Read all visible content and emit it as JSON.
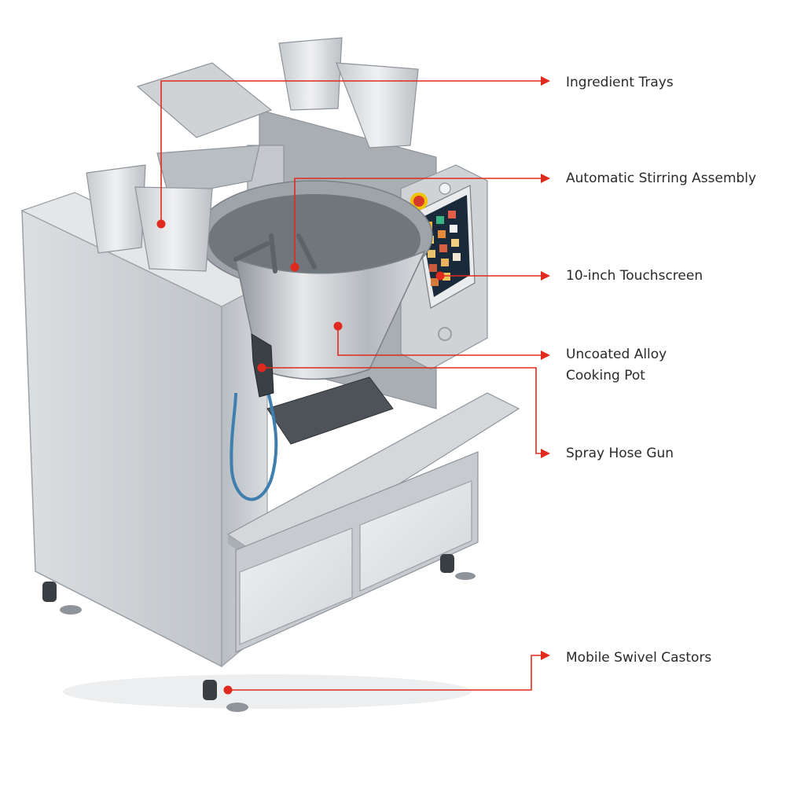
{
  "colors": {
    "accent": "#e02a1e",
    "steel": "#c9cdd1",
    "steel_dark": "#8e949a",
    "text": "#2a2a2a",
    "hose": "#3f7fb0",
    "screen": "#1b2a3a"
  },
  "callouts": [
    {
      "id": "ingredient-trays",
      "lines": [
        "Ingredient Trays"
      ]
    },
    {
      "id": "stirring-assembly",
      "lines": [
        "Automatic Stirring Assembly"
      ]
    },
    {
      "id": "touchscreen",
      "lines": [
        "10-inch Touchscreen"
      ]
    },
    {
      "id": "cooking-pot",
      "lines": [
        "Uncoated Alloy",
        "Cooking Pot"
      ]
    },
    {
      "id": "spray-hose-gun",
      "lines": [
        "Spray Hose Gun"
      ]
    },
    {
      "id": "swivel-castors",
      "lines": [
        "Mobile Swivel Castors"
      ]
    }
  ]
}
